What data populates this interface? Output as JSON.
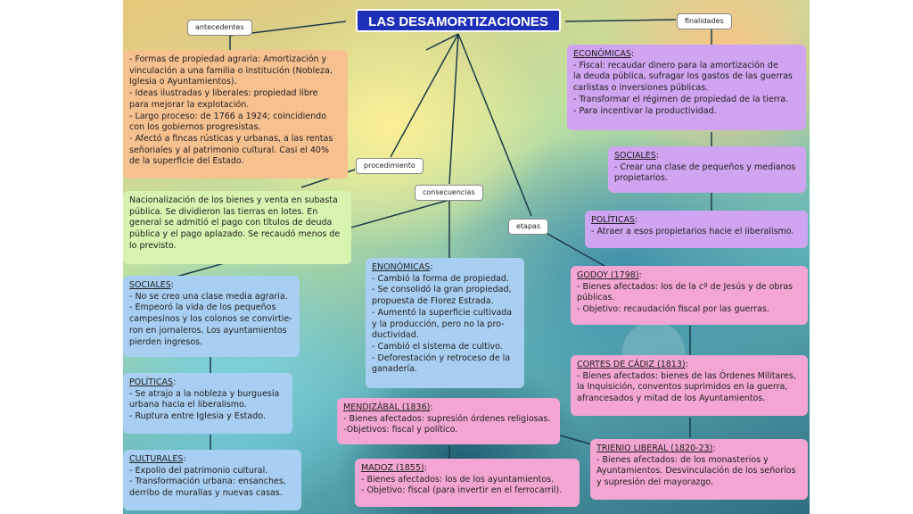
{
  "title": "LAS DESAMORTIZACIONES",
  "tags": {
    "antecedentes": "antecedentes",
    "finalidades": "finalidades",
    "procedimiento": "procedimiento",
    "consecuencias": "consecuencias",
    "etapas": "etapas"
  },
  "antecedentes": {
    "lines": [
      "- Formas de propiedad agraria: Amortización y",
      "vinculación a una familia o institución (Nobleza,",
      "Iglesia o Ayuntamientos).",
      "- Ideas ilustradas y liberales: propiedad libre",
      "para mejorar la explotación.",
      "- Largo proceso: de 1766 a 1924; coincidiendo",
      "con los gobiernos progresistas.",
      "- Afectó a fincas rústicas y urbanas, a las rentas",
      "señoriales y al patrimonio cultural. Casi el 40%",
      "de la superficie del Estado."
    ]
  },
  "procedimiento": {
    "lines": [
      "Nacionalización de los bienes y venta en subasta",
      "pública. Se dividieron las tierras en lotes. En",
      "general se admitió el pago con títulos de deuda",
      "pública y el pago aplazado. Se recaudó menos de",
      "lo previsto."
    ]
  },
  "finalidades": {
    "economicas": {
      "head": "ECONÓMICAS",
      "suffix": ":",
      "lines": [
        "- Fiscal: recaudar dinero para la amortización de",
        "la deuda pública, sufragar los gastos de las guerras",
        "carlistas o inversiones públicas.",
        "- Transformar el régimen de propiedad de la tierra.",
        "- Para incentivar la productividad."
      ]
    },
    "sociales": {
      "head": "SOCIALES",
      "suffix": ":",
      "lines": [
        "- Crear una clase de pequeños y medianos",
        "propietarios."
      ]
    },
    "politicas": {
      "head": "POLÍTICAS",
      "suffix": ":",
      "lines": [
        "- Atraer a esos propietarios hacie el liberalismo."
      ]
    }
  },
  "consecuencias": {
    "sociales": {
      "head": "SOCIALES",
      "suffix": ":",
      "lines": [
        "- No se creo una clase media agraria.",
        "- Empeoró la vida de los pequeños",
        "campesinos y los colonos se convirtie-",
        "ron en jornaleros. Los ayuntamientos",
        "pierden ingresos."
      ]
    },
    "politicas": {
      "head": "POLÍTICAS",
      "suffix": ":",
      "lines": [
        "- Se atrajo a la nobleza y burguesía",
        "urbana hacia el liberalismo.",
        "- Ruptura entre Iglesia y Estado."
      ]
    },
    "culturales": {
      "head": "CULTURALES",
      "suffix": ":",
      "lines": [
        "- Expolio del patrimonio cultural.",
        "- Transformación urbana: ensanches,",
        "derribo de murallas y nuevas casas."
      ]
    },
    "economicas": {
      "head": "ENONÓMICAS",
      "suffix": ":",
      "lines": [
        "- Cambió la forma de propiedad.",
        "- Se consolidó la gran propiedad,",
        "propuesta de Florez Estrada.",
        "- Aumentó la superficie cultivada",
        "y la producción, pero no la pro-",
        "ductividad.",
        "- Cambió el sistema de cultivo.",
        "- Deforestación y retroceso de la",
        "ganadería."
      ]
    }
  },
  "etapas": {
    "godoy": {
      "head": "GODOY (1798)",
      "suffix": ":",
      "lines": [
        "- Bienes afectados: los de la cº de Jesús y de obras",
        "públicas.",
        "- Objetivo: recaudación fiscal por las guerras."
      ]
    },
    "cadiz": {
      "head": "CORTES DE CÁDIZ (1813)",
      "suffix": ":",
      "lines": [
        "- Bienes afectados: bienes de las Órdenes Militares,",
        "la Inquisición, conventos suprimidos en la guerra,",
        "afrancesados y mitad de los Ayuntamientos."
      ]
    },
    "mendizabal": {
      "head": "MENDIZÁBAL (1836)",
      "suffix": ":",
      "lines": [
        "- Bienes afectados: supresión órdenes religiosas.",
        "-Objetivos: fiscal y político."
      ]
    },
    "trienio": {
      "head": "TRIENIO LIBERAL (1820-23)",
      "suffix": ":",
      "lines": [
        "- Bienes afectados: de los monasterios y",
        "Ayuntamientos. Desvinculación de los señoríos",
        "y supresión del mayorazgo."
      ]
    },
    "madoz": {
      "head": "MADOZ (1855)",
      "suffix": ":",
      "lines": [
        "- Bienes afectados: los de los ayuntamientos.",
        "- Objetivo: fiscal (para invertir en el ferrocarril)."
      ]
    }
  },
  "colors": {
    "title_bg": "#1d2fb8",
    "orange": "#f7c08f",
    "green": "#d6f3b0",
    "blue": "#a8cff2",
    "purple": "#cfa4f0",
    "pink": "#f3a6d3"
  }
}
